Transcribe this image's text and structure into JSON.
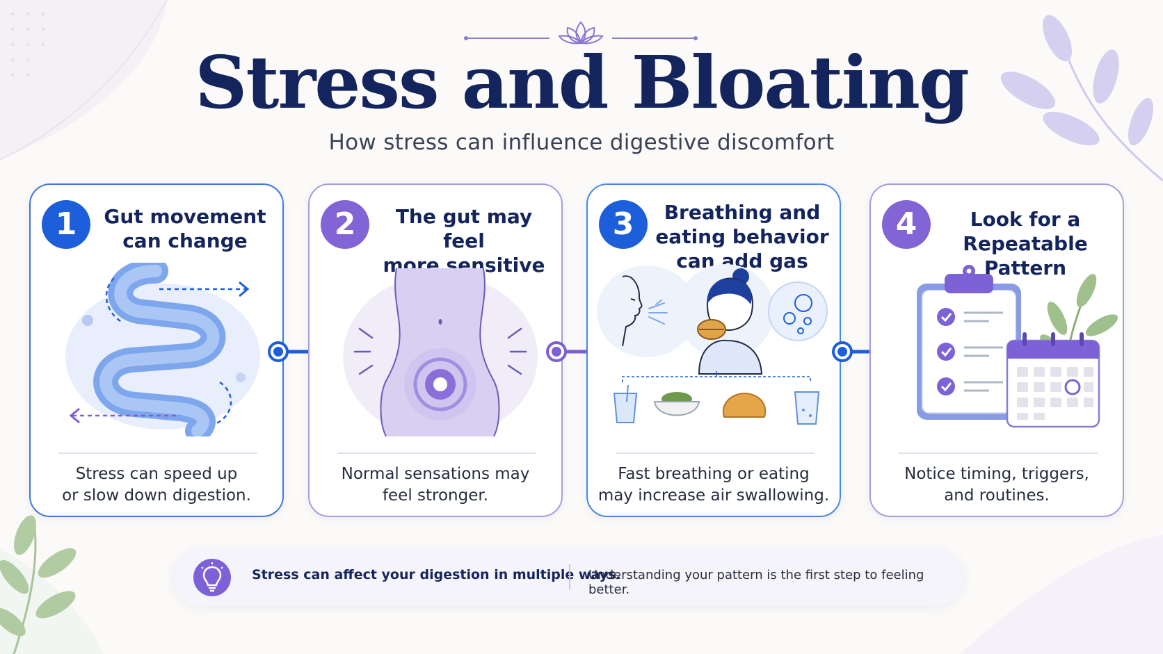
{
  "header": {
    "title": "Stress and Bloating",
    "subtitle": "How stress can influence digestive discomfort"
  },
  "steps": [
    {
      "number": "1",
      "title_lines": [
        "Gut movement",
        "can change"
      ],
      "caption_lines": [
        "Stress can speed up",
        "or slow down digestion."
      ],
      "icon": "intestine-icon"
    },
    {
      "number": "2",
      "title_lines": [
        "The gut may feel",
        "more sensitive"
      ],
      "caption_lines": [
        "Normal sensations may",
        "feel stronger."
      ],
      "icon": "abdomen-icon"
    },
    {
      "number": "3",
      "title_lines": [
        "Breathing and",
        "eating behavior",
        "can add gas"
      ],
      "caption_lines": [
        "Fast breathing or eating",
        "may increase air swallowing."
      ],
      "icon": "eating-person-icon"
    },
    {
      "number": "4",
      "title_lines": [
        "Look for a",
        "Repeatable Pattern"
      ],
      "caption_lines": [
        "Notice timing, triggers,",
        "and routines."
      ],
      "icon": "clipboard-calendar-icon"
    }
  ],
  "banner": {
    "bold_text": "Stress can affect your digestion in multiple ways.",
    "text": "Understanding your pattern is the first step to feeling better.",
    "icon": "lightbulb-icon"
  },
  "colors": {
    "navy": "#14245c",
    "blue": "#1d5fdb",
    "purple": "#8264d6",
    "lavender": "#a99be2"
  }
}
